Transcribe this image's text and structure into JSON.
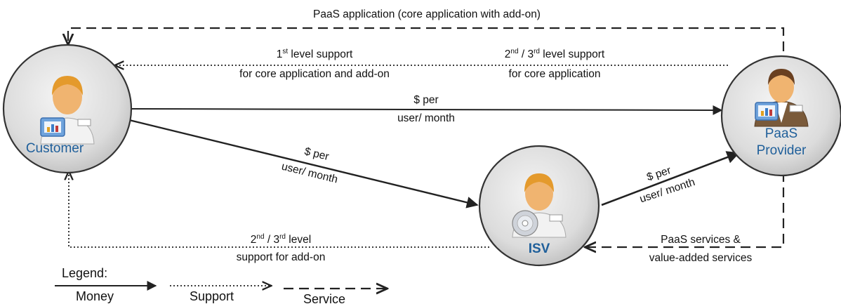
{
  "diagram": {
    "nodes": {
      "customer": {
        "label": "Customer"
      },
      "isv": {
        "label": "ISV"
      },
      "provider": {
        "label_line1": "PaaS",
        "label_line2": "Provider"
      }
    },
    "edges": {
      "paas_application": {
        "label": "PaaS application (core application with add-on)",
        "kind": "service"
      },
      "first_level_support": {
        "line1_main": "1",
        "line1_sup": "st",
        "line1_rest": " level support",
        "line2": "for core application and add-on",
        "kind": "support"
      },
      "second_third_support_core": {
        "line1_a": "2",
        "line1_sup1": "nd",
        "line1_b": " / 3",
        "line1_sup2": "rd",
        "line1_c": " level support",
        "line2": "for core application",
        "kind": "support"
      },
      "customer_to_provider": {
        "line1": "$ per",
        "line2": "user/ month",
        "kind": "money"
      },
      "customer_to_isv": {
        "line1": "$ per",
        "line2": "user/ month",
        "kind": "money"
      },
      "isv_to_provider": {
        "line1": "$ per",
        "line2": "user/ month",
        "kind": "money"
      },
      "second_third_support_addon": {
        "line1_a": "2",
        "line1_sup1": "nd",
        "line1_b": " / 3",
        "line1_sup2": "rd",
        "line1_c": " level",
        "line2": "support for add-on",
        "kind": "support"
      },
      "paas_services": {
        "line1": "PaaS services &",
        "line2": "value-added services",
        "kind": "service"
      }
    },
    "legend": {
      "title": "Legend:",
      "money": "Money",
      "support": "Support",
      "service": "Service"
    }
  }
}
